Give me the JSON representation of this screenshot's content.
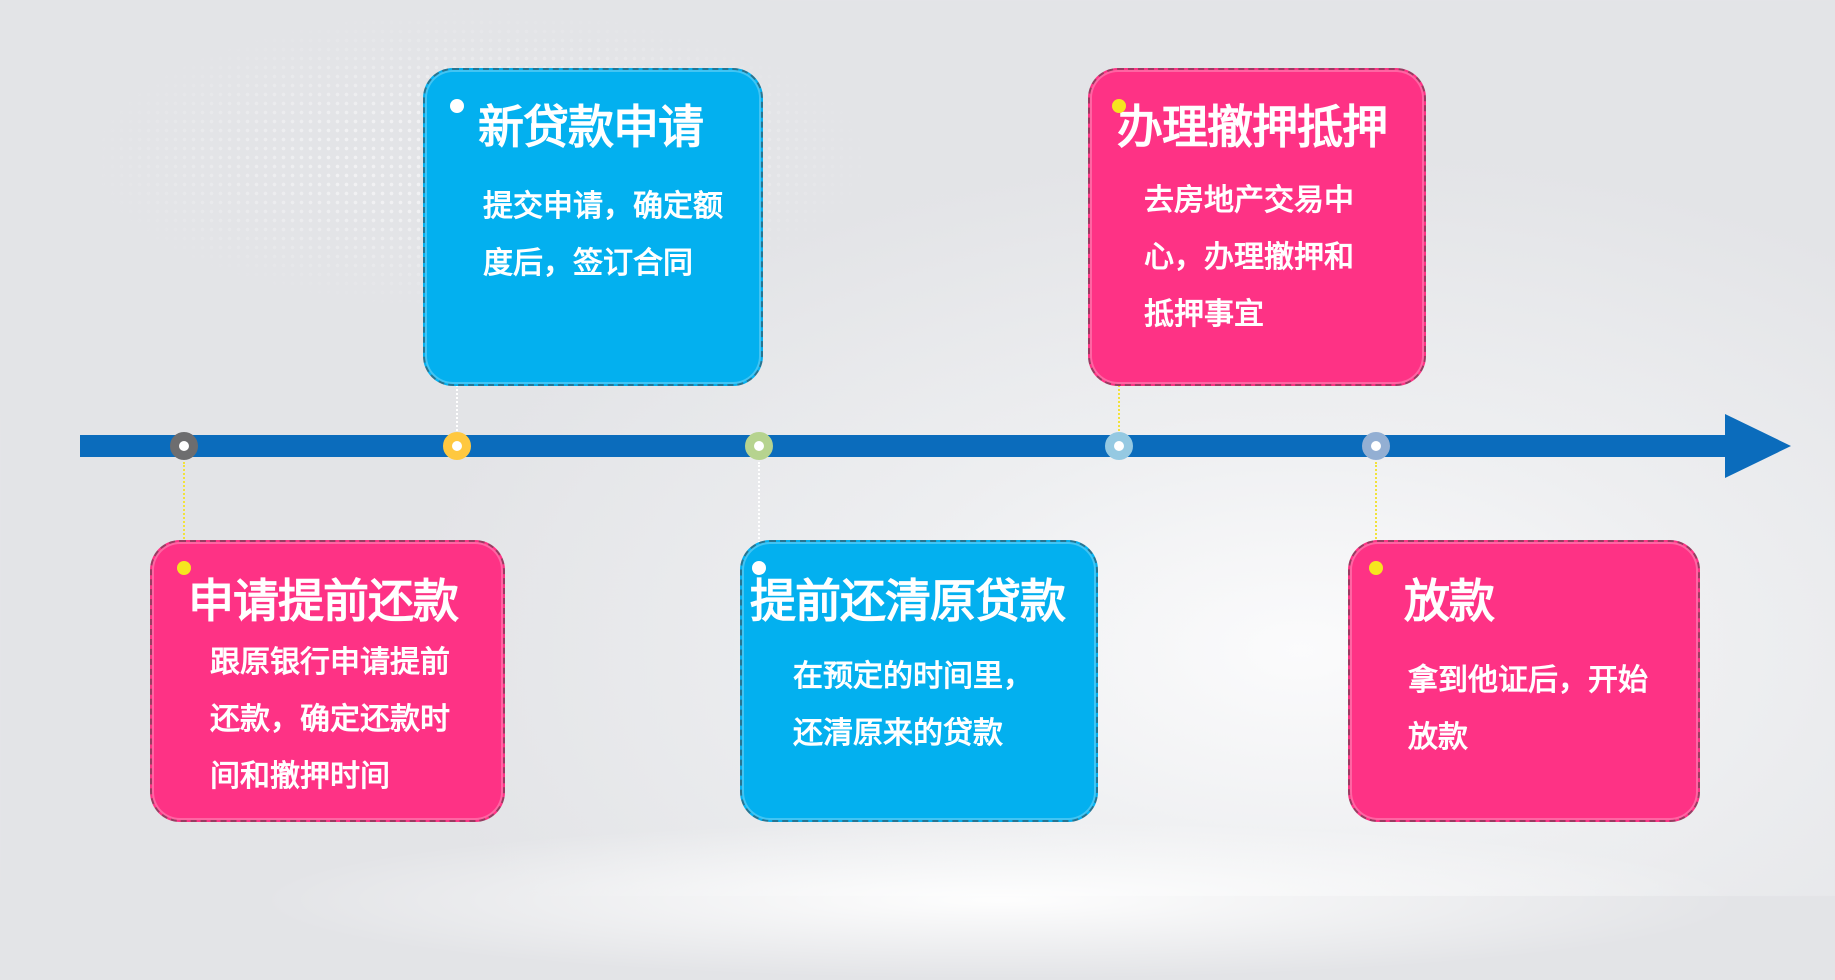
{
  "timeline": {
    "accent_color": "#0b6cbc",
    "nodes": [
      {
        "id": "node-1",
        "ring_color": "#6d6d6f"
      },
      {
        "id": "node-2",
        "ring_color": "#ffc840"
      },
      {
        "id": "node-3",
        "ring_color": "#b6d38f"
      },
      {
        "id": "node-4",
        "ring_color": "#95c9e2"
      },
      {
        "id": "node-5",
        "ring_color": "#93afd3"
      }
    ]
  },
  "steps": [
    {
      "title": "申请提前还款",
      "lines": [
        "跟原银行申请提前",
        "还款，确定还款时",
        "间和撤押时间"
      ],
      "color": "#fe3285"
    },
    {
      "title": "新贷款申请",
      "lines": [
        "提交申请，确定额",
        "度后，签订合同"
      ],
      "color": "#03b0ef"
    },
    {
      "title": "提前还清原贷款",
      "lines": [
        "在预定的时间里，",
        "还清原来的贷款"
      ],
      "color": "#03b0ef"
    },
    {
      "title": "办理撤押抵押",
      "lines": [
        "去房地产交易中",
        "心，办理撤押和",
        "抵押事宜"
      ],
      "color": "#fe3285"
    },
    {
      "title": "放款",
      "lines": [
        "拿到他证后，开始",
        "放款"
      ],
      "color": "#fe3285"
    }
  ]
}
